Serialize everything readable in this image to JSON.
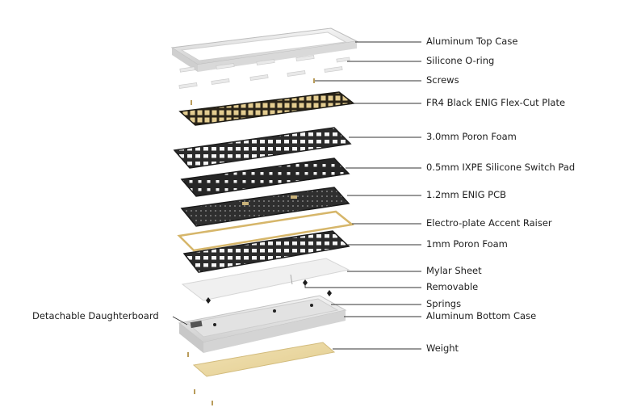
{
  "diagram": {
    "labels": [
      "Aluminum Top Case",
      "Silicone O-ring",
      "Screws",
      "FR4 Black ENIG Flex-Cut Plate",
      "3.0mm Poron Foam",
      "0.5mm IXPE Silicone Switch Pad",
      "1.2mm ENIG PCB",
      "Electro-plate Accent Raiser",
      "1mm Poron Foam",
      "Mylar Sheet",
      "Removable",
      "Springs",
      "Aluminum Bottom Case",
      "Weight"
    ],
    "left_label": "Detachable Daughterboard"
  },
  "colors": {
    "aluminum": "#e6e6e6",
    "plate_gold": "#d9c08a",
    "foam_dark": "#2b2b2b",
    "brass_weight": "#ead9a8",
    "leader_line": "#333333"
  }
}
